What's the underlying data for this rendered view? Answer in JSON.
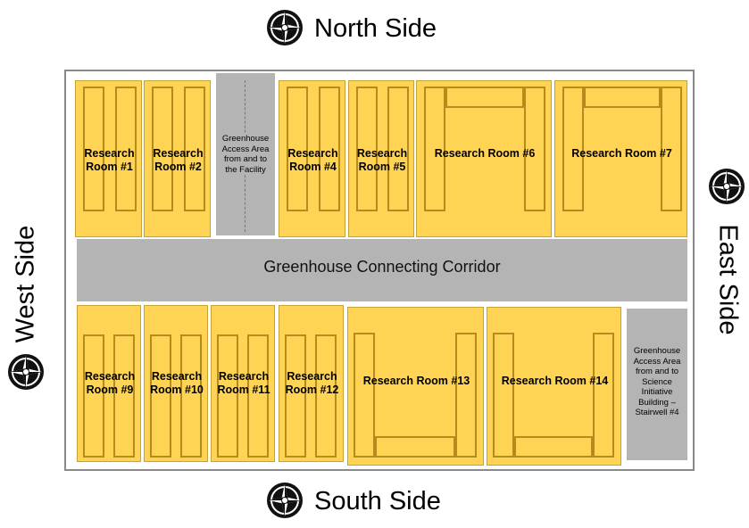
{
  "sides": {
    "north": "North Side",
    "south": "South Side",
    "west": "West Side",
    "east": "East Side"
  },
  "corridor": "Greenhouse Connecting Corridor",
  "access_north": [
    "Greenhouse",
    "Access Area",
    "from and to",
    "the Facility"
  ],
  "access_east": [
    "Greenhouse",
    "Access Area",
    "from and to",
    "Science",
    "Initiative",
    "Building –",
    "Stairwell #4"
  ],
  "rooms": {
    "r1": [
      "Research",
      "Room #1"
    ],
    "r2": [
      "Research",
      "Room #2"
    ],
    "r4": [
      "Research",
      "Room #4"
    ],
    "r5": [
      "Research",
      "Room #5"
    ],
    "r6": "Research Room #6",
    "r7": "Research Room #7",
    "r9": [
      "Research",
      "Room #9"
    ],
    "r10": [
      "Research",
      "Room #10"
    ],
    "r11": [
      "Research",
      "Room #11"
    ],
    "r12": [
      "Research",
      "Room #12"
    ],
    "r13": "Research Room #13",
    "r14": "Research Room #14"
  },
  "colors": {
    "room_fill": "#ffd454",
    "bench_outline": "#b48b1c",
    "corridor_fill": "#b4b4b4"
  },
  "icon": "compass-icon"
}
